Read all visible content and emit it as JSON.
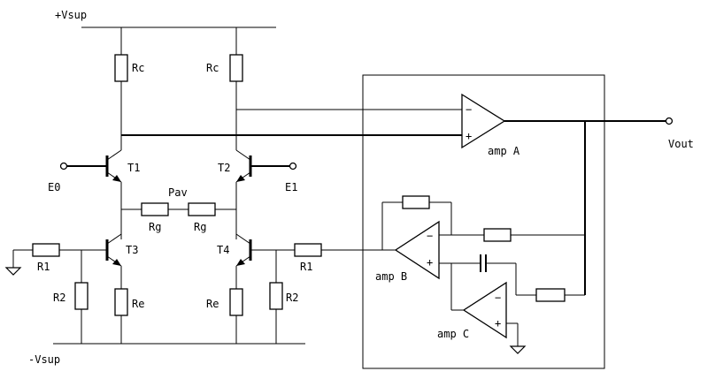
{
  "labels": {
    "vsup_pos": "+Vsup",
    "vsup_neg": "-Vsup",
    "rc_left": "Rc",
    "rc_right": "Rc",
    "t1": "T1",
    "t2": "T2",
    "t3": "T3",
    "t4": "T4",
    "e0": "E0",
    "e1": "E1",
    "pav": "Pav",
    "rg_left": "Rg",
    "rg_right": "Rg",
    "r1_left": "R1",
    "r1_right": "R1",
    "r2_left": "R2",
    "r2_right": "R2",
    "re_left": "Re",
    "re_right": "Re",
    "amp_a": "amp A",
    "amp_b": "amp B",
    "amp_c": "amp C",
    "vout": "Vout",
    "minus_a": "−",
    "plus_a": "+",
    "minus_b": "−",
    "plus_b": "+",
    "minus_c": "−",
    "plus_c": "+"
  }
}
